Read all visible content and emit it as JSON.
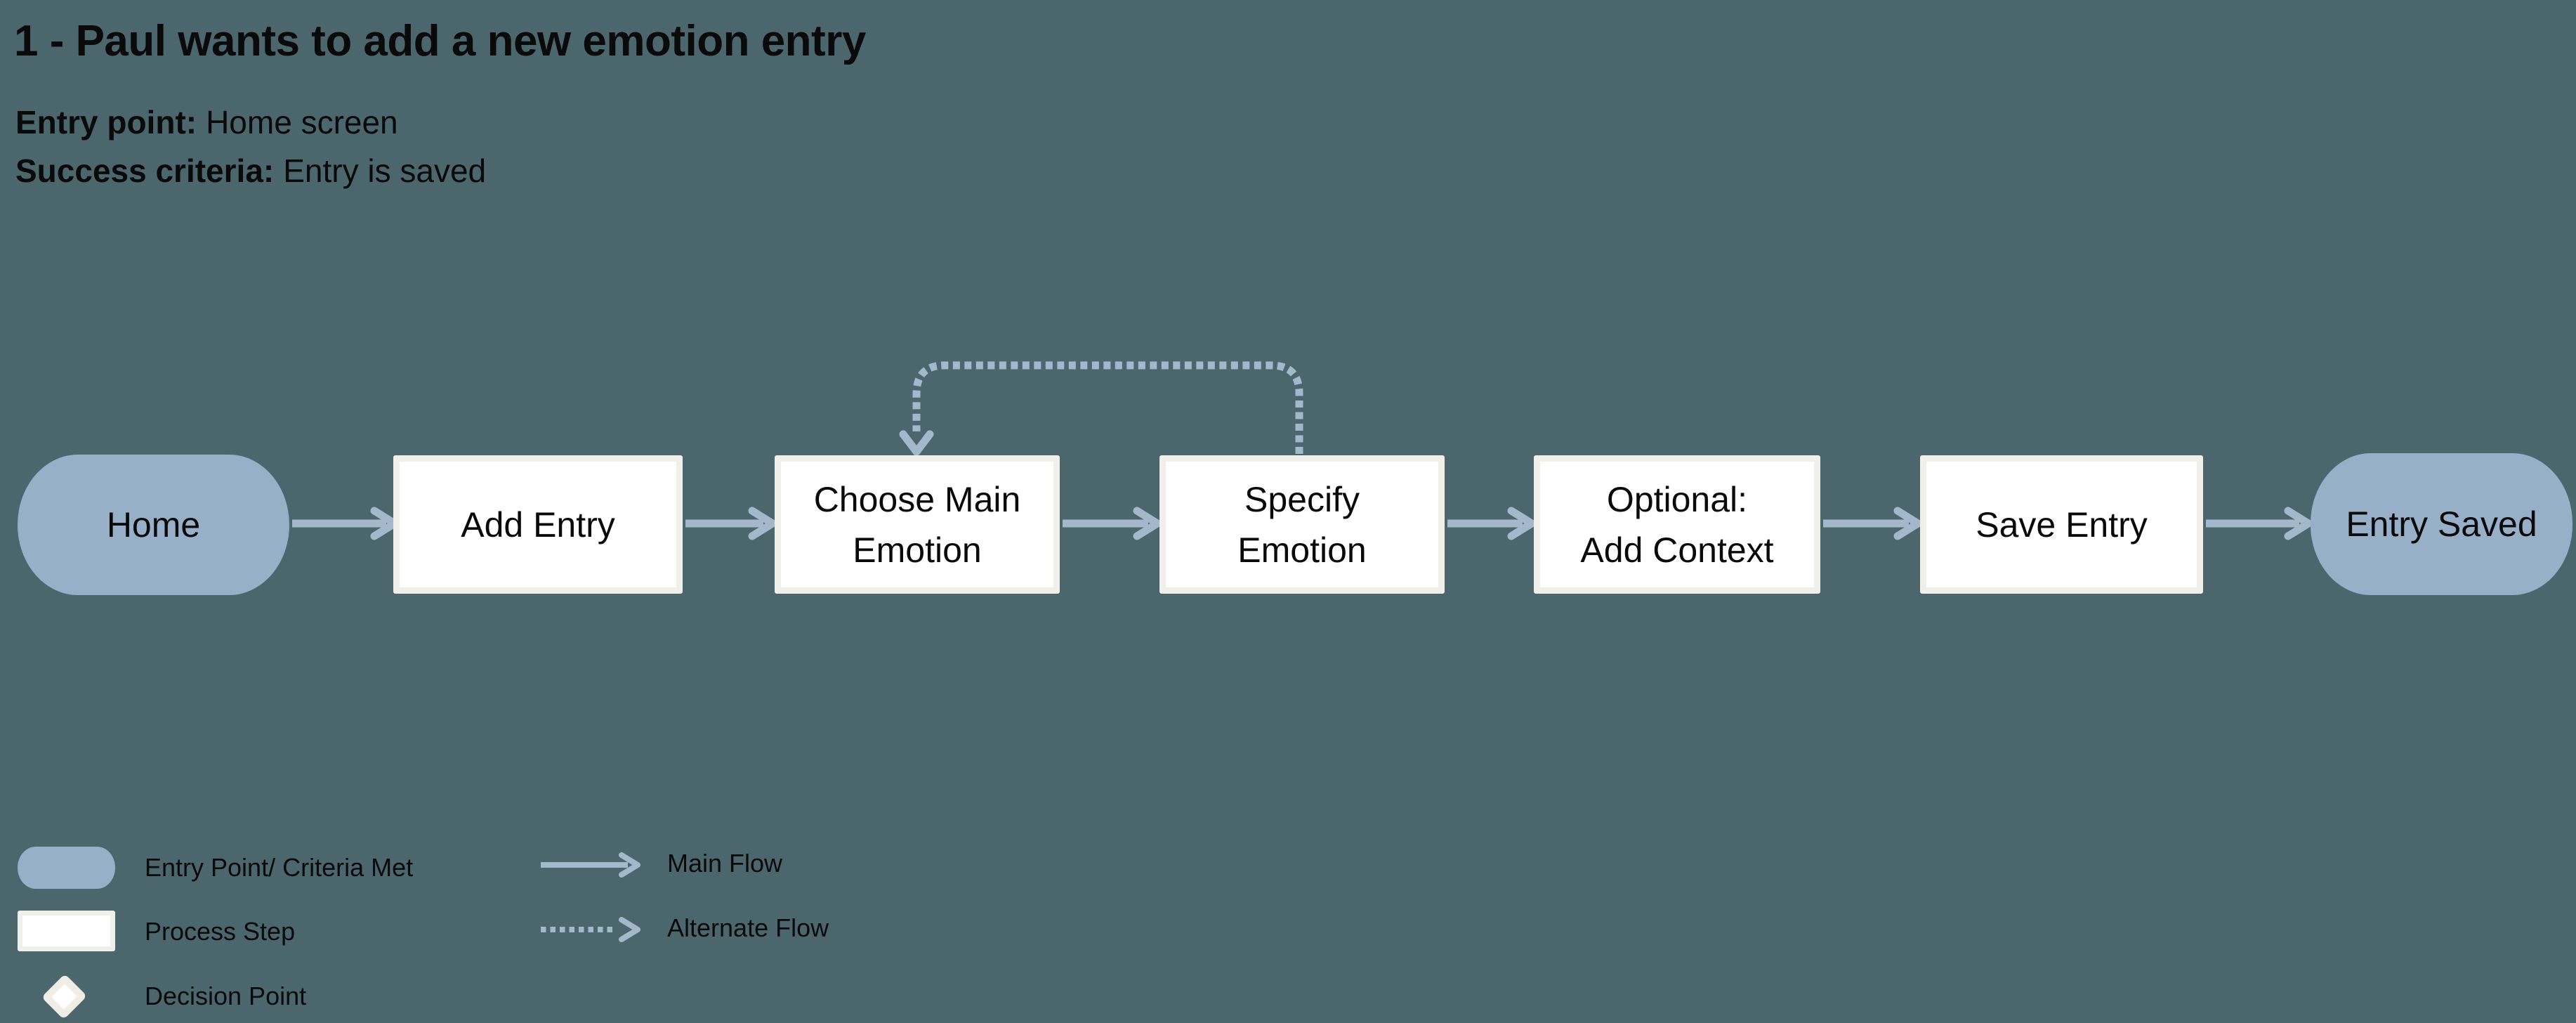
{
  "title": "1 - Paul wants to add a new emotion entry",
  "meta": {
    "entry_point_label": "Entry point:",
    "entry_point_value": "Home screen",
    "success_label": "Success criteria:",
    "success_value": "Entry is saved"
  },
  "flow": {
    "nodes": [
      {
        "id": "home",
        "type": "terminal",
        "label": "Home"
      },
      {
        "id": "add-entry",
        "type": "process",
        "label": "Add Entry"
      },
      {
        "id": "choose-main-emotion",
        "type": "process",
        "label": "Choose Main\nEmotion"
      },
      {
        "id": "specify-emotion",
        "type": "process",
        "label": "Specify\nEmotion"
      },
      {
        "id": "optional-add-context",
        "type": "process",
        "label": "Optional:\nAdd Context"
      },
      {
        "id": "save-entry",
        "type": "process",
        "label": "Save Entry"
      },
      {
        "id": "entry-saved",
        "type": "terminal",
        "label": "Entry Saved"
      }
    ],
    "edges": [
      {
        "from": "home",
        "to": "add-entry",
        "type": "main"
      },
      {
        "from": "add-entry",
        "to": "choose-main-emotion",
        "type": "main"
      },
      {
        "from": "choose-main-emotion",
        "to": "specify-emotion",
        "type": "main"
      },
      {
        "from": "specify-emotion",
        "to": "optional-add-context",
        "type": "main"
      },
      {
        "from": "optional-add-context",
        "to": "save-entry",
        "type": "main"
      },
      {
        "from": "save-entry",
        "to": "entry-saved",
        "type": "main"
      },
      {
        "from": "specify-emotion",
        "to": "choose-main-emotion",
        "type": "alternate"
      }
    ]
  },
  "legend": {
    "shapes": [
      {
        "type": "terminal",
        "label": "Entry Point/ Criteria Met"
      },
      {
        "type": "process",
        "label": "Process Step"
      },
      {
        "type": "decision",
        "label": "Decision Point"
      }
    ],
    "flows": [
      {
        "type": "main",
        "label": "Main Flow"
      },
      {
        "type": "alternate",
        "label": "Alternate Flow"
      }
    ]
  },
  "colors": {
    "background": "#4C666E",
    "terminal_fill": "#97B0C7",
    "process_fill": "#FFFFFF",
    "process_border": "#F1EFEA",
    "diamond_border": "#F0EDE7",
    "arrow": "#A3B9CB",
    "text": "#0A0A0B"
  }
}
